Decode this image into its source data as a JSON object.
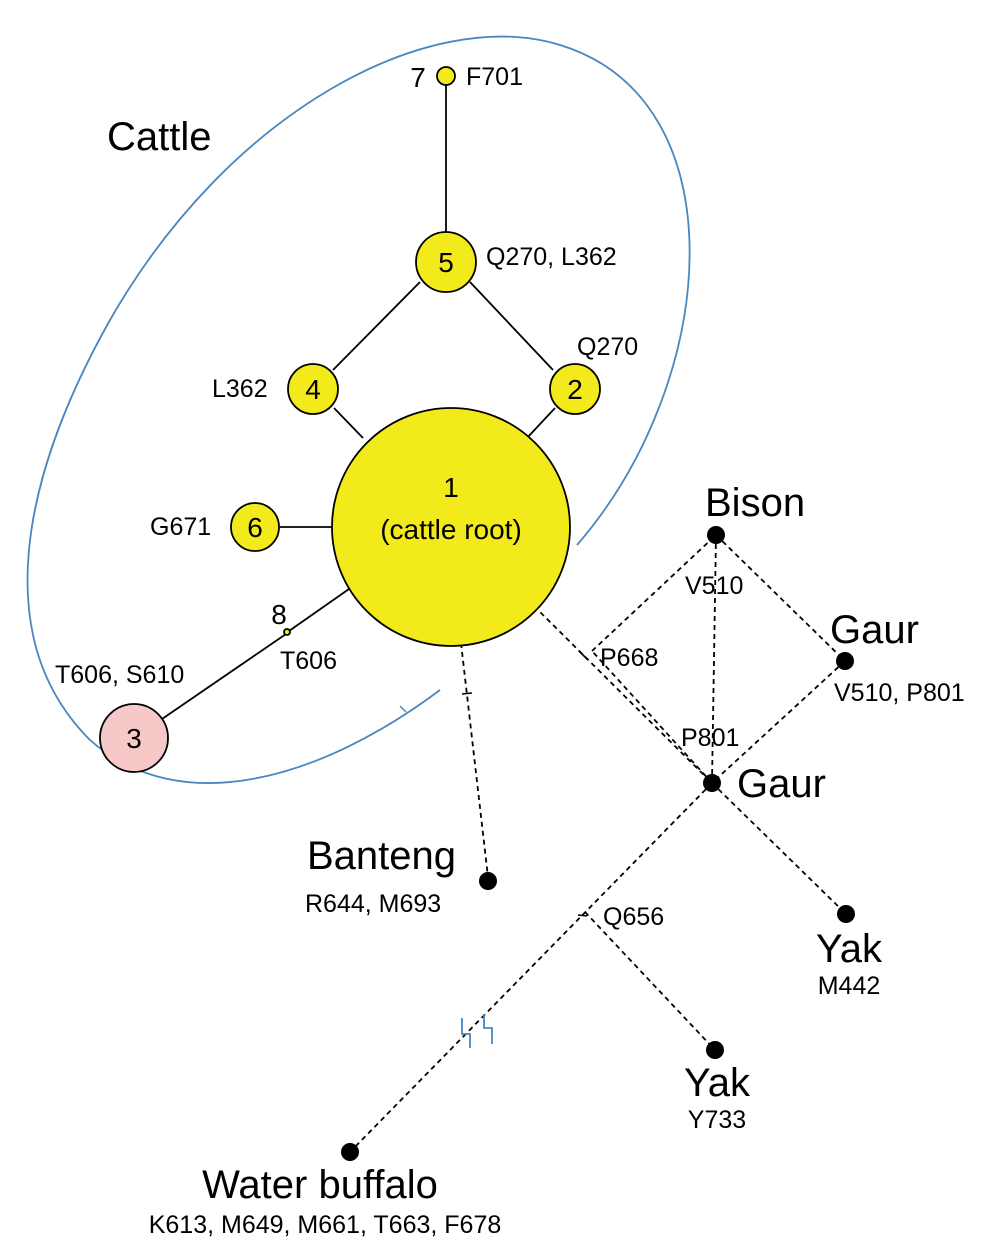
{
  "group_label": "Cattle",
  "nodes": {
    "n1": {
      "number": "1",
      "label": "(cattle root)"
    },
    "n2": {
      "number": "2",
      "mutation": "Q270"
    },
    "n3": {
      "number": "3",
      "mutation": "T606, S610"
    },
    "n4": {
      "number": "4",
      "mutation": "L362"
    },
    "n5": {
      "number": "5",
      "mutation": "Q270, L362"
    },
    "n6": {
      "number": "6",
      "mutation": "G671"
    },
    "n7": {
      "number": "7",
      "mutation": "F701"
    },
    "n8": {
      "number": "8",
      "mutation": "T606"
    }
  },
  "species": {
    "bison": {
      "name": "Bison"
    },
    "gaur_a": {
      "name": "Gaur",
      "mutation": "V510, P801"
    },
    "gaur_b": {
      "name": "Gaur"
    },
    "banteng": {
      "name": "Banteng",
      "mutation": "R644, M693"
    },
    "yak_a": {
      "name": "Yak",
      "mutation": "M442"
    },
    "yak_b": {
      "name": "Yak",
      "mutation": "Y733"
    },
    "buffalo": {
      "name": "Water buffalo",
      "mutation": "K613, M649, M661, T663, F678"
    }
  },
  "edge_labels": {
    "bison_gaur": "V510",
    "root_gaur": "P668",
    "gaur_gaur": "P801",
    "gaur_yak": "Q656"
  },
  "colors": {
    "cattle_node": "#f2ea1a",
    "node3": "#f7c8c8",
    "ellipse": "#4a86c0",
    "line": "#000000"
  }
}
